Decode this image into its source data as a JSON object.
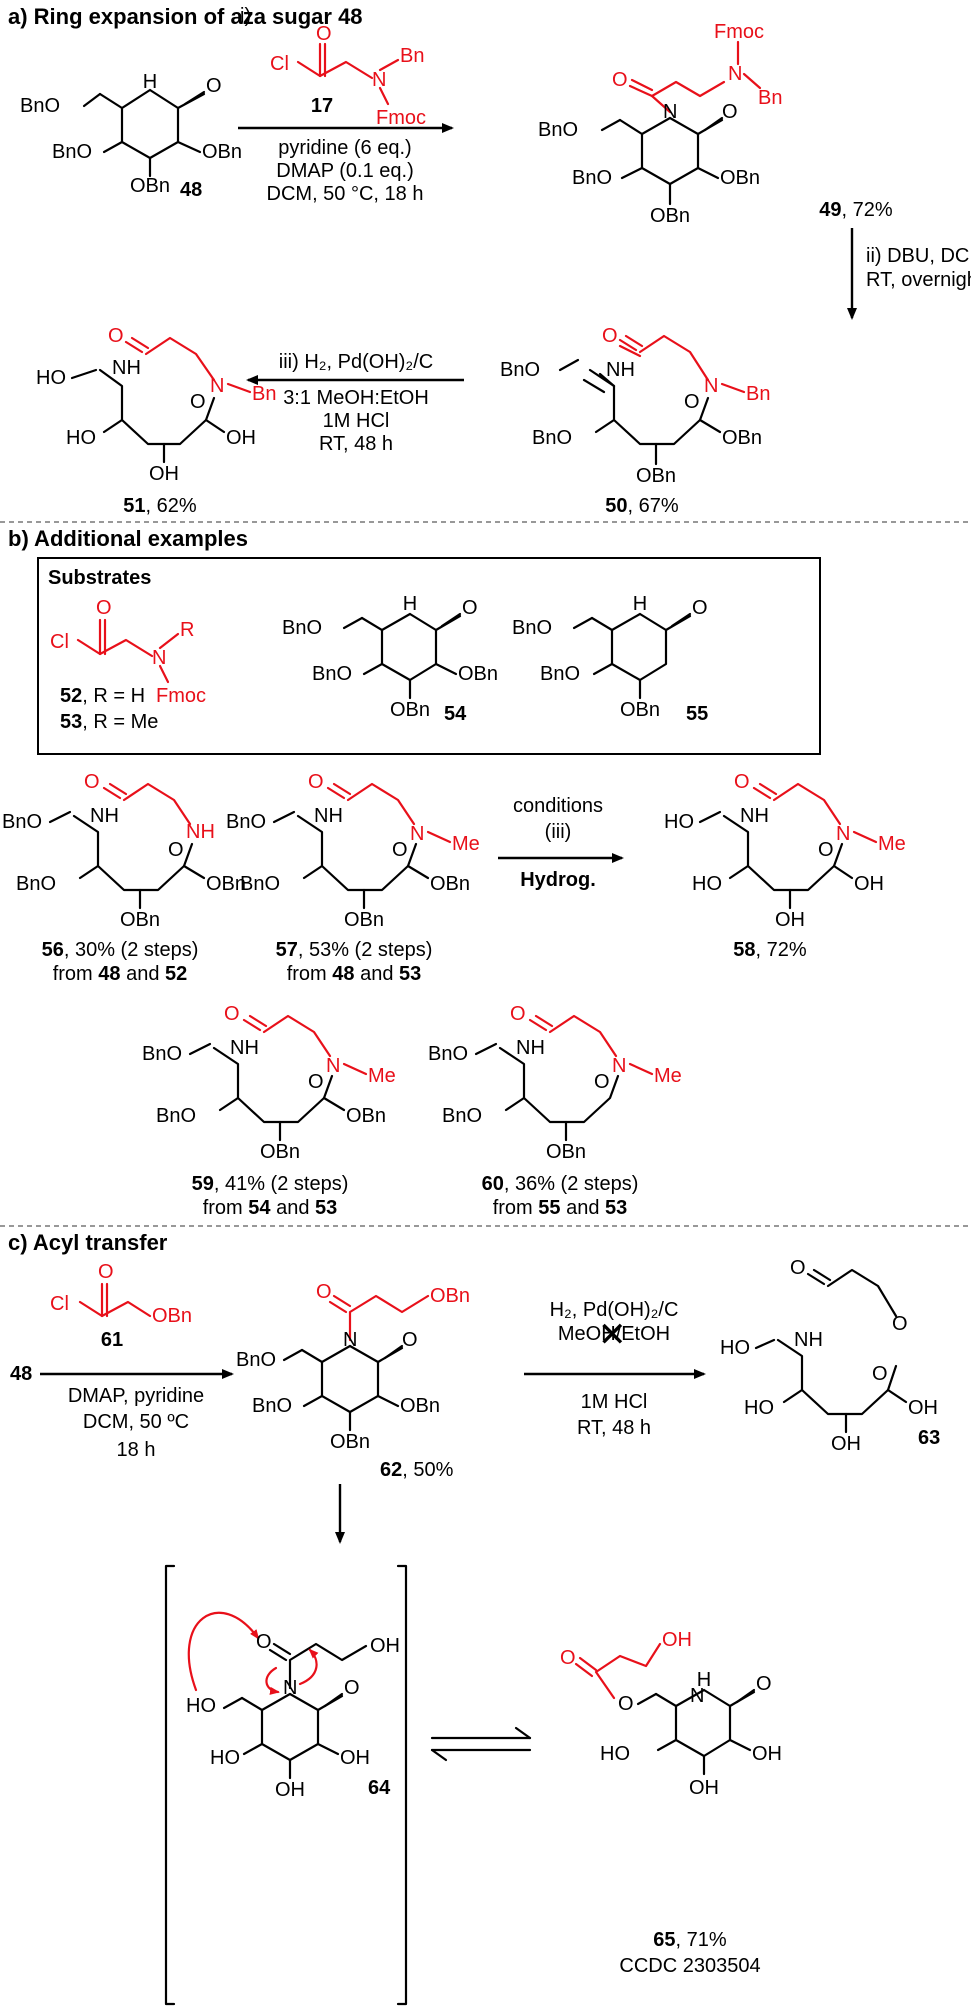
{
  "sections": {
    "a": "a) Ring expansion of aza sugar 48",
    "b": "b) Additional examples",
    "c": "c) Acyl transfer"
  },
  "substrates_title": "Substrates",
  "atoms": {
    "H": "H",
    "O": "O",
    "N": "N",
    "NH": "NH",
    "HN": "HN",
    "Cl": "Cl",
    "OH": "OH",
    "HO": "HO",
    "BnO": "BnO",
    "OBn": "OBn",
    "Bn": "Bn",
    "Fmoc": "Fmoc",
    "Me": "Me",
    "R": "R",
    "X": "✕"
  },
  "scheme_a": {
    "step1_num": "i)",
    "reagent_id": "17",
    "step1_conditions": [
      "pyridine (6 eq.)",
      "DMAP (0.1 eq.)",
      "DCM, 50 °C, 18 h"
    ],
    "step2_conditions": [
      "ii) DBU, DCM",
      "RT, overnight"
    ],
    "step3_conditions": [
      "iii) H₂, Pd(OH)₂/C",
      "3:1 MeOH:EtOH",
      "1M HCl",
      "RT, 48 h"
    ],
    "cpd48": "48",
    "cpd49_id": "49",
    "cpd49_yield": ", 72%",
    "cpd50_id": "50",
    "cpd50_yield": ", 67%",
    "cpd51_id": "51",
    "cpd51_yield": ", 62%"
  },
  "scheme_b": {
    "s52_id": "52",
    "s52_text": ", R = H",
    "s53_id": "53",
    "s53_text": ", R = Me",
    "s54_id": "54",
    "s55_id": "55",
    "conditions": [
      "conditions",
      "(iii)",
      "Hydrog."
    ],
    "c56": {
      "id": "56",
      "yield": ", 30% (2 steps)",
      "from": "from ",
      "a": "48",
      "and": " and ",
      "b": "52"
    },
    "c57": {
      "id": "57",
      "yield": ", 53% (2 steps)",
      "from": "from ",
      "a": "48",
      "and": " and ",
      "b": "53"
    },
    "c58": {
      "id": "58",
      "yield": ", 72%"
    },
    "c59": {
      "id": "59",
      "yield": ", 41% (2 steps)",
      "from": "from ",
      "a": "54",
      "and": " and ",
      "b": "53"
    },
    "c60": {
      "id": "60",
      "yield": ", 36% (2 steps)",
      "from": "from ",
      "a": "55",
      "and": " and ",
      "b": "53"
    }
  },
  "scheme_c": {
    "start": "48",
    "reagent_id": "61",
    "conditions1": [
      "DMAP, pyridine",
      "DCM, 50 ºC",
      "18 h"
    ],
    "cpd62_id": "62",
    "cpd62_yield": ", 50%",
    "conditions2_top": [
      "H₂, Pd(OH)₂/C",
      "MeOH/EtOH"
    ],
    "conditions2_bottom": [
      "1M HCl",
      "RT, 48 h"
    ],
    "cpd63_id": "63",
    "cpd64_id": "64",
    "cpd65_id": "65",
    "cpd65_yield": ", 71%",
    "ccdc": "CCDC 2303504"
  },
  "colors": {
    "highlight": "#e8101a",
    "ink": "#000000",
    "divider": "#777777"
  }
}
